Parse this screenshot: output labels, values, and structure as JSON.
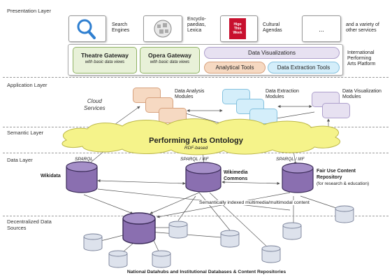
{
  "layers": {
    "presentation": "Presentation Layer",
    "application": "Application Layer",
    "semantic": "Semantic Layer",
    "data": "Data Layer",
    "decentralized": "Decentralized Data\nSources"
  },
  "presentation": {
    "search_engines": "Search\nEngines",
    "encyclopaedias": "Encyclo-\npaedias,\nLexica",
    "cultural_agendas": "Cultural\nAgendas",
    "logo_text": "Higo\nThis\nWeek",
    "ellipsis": "...",
    "variety": "and a variety of\nother services",
    "theatre_gateway": "Theatre Gateway",
    "theatre_sub": "with basic data views",
    "opera_gateway": "Opera Gateway",
    "opera_sub": "with basic data views",
    "data_visualizations": "Data Visualizations",
    "analytical_tools": "Analytical Tools",
    "data_extraction_tools": "Data Extraction Tools",
    "platform": "International\nPerforming\nArts Platform"
  },
  "application": {
    "cloud_services": "Cloud\nServices",
    "analysis_modules": "Data Analysis\nModules",
    "extraction_modules": "Data Extraction\nModules",
    "visualization_modules": "Data Visualization\nModules"
  },
  "semantic": {
    "ontology": "Performing Arts Ontology",
    "rdf": "RDF-based"
  },
  "data": {
    "sparql_1": "SPARQL",
    "sparql_2": "SPARQL / IIIF",
    "sparql_3": "SPARQL / IIIF",
    "wikidata": "Wikidata",
    "wikimedia": "Wikimedia\nCommons",
    "fair_use": "Fair Use Content\nRepository",
    "fair_use_sub": "(for research & education)",
    "semantic_index": "Semantically indexed multimedia/multimodal content"
  },
  "decentralized": {
    "footer": "National Datahubs and Institutional Databases & Content Repositories"
  },
  "colors": {
    "cloud": "#f5f38a",
    "db_purple": "#8a6fb0",
    "db_gray": "#dde2ec",
    "gateway": "#e8f1d8",
    "orange": "#f6d9c2",
    "blue": "#d4eefa",
    "lavender": "#e7e1f1"
  }
}
